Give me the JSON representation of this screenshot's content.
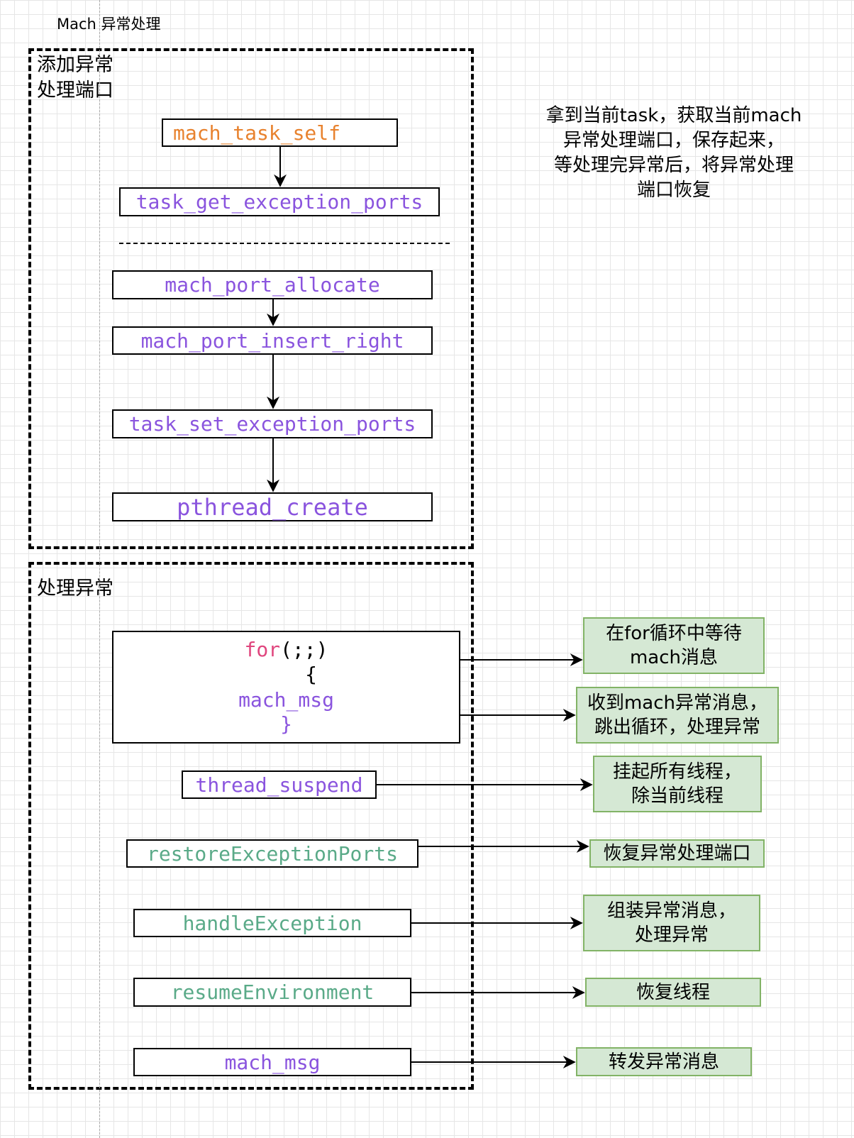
{
  "title": "Mach 异常处理",
  "groups": {
    "add": {
      "label_line1": "添加异常",
      "label_line2": "处理端口"
    },
    "handle": {
      "label": "处理异常"
    }
  },
  "note_text": "拿到当前task，获取当前mach\n异常处理端口，保存起来，\n等处理完异常后，将异常处理\n端口恢复",
  "add_steps": {
    "mach_task_self": "mach_task_self",
    "task_get_exception_ports": "task_get_exception_ports",
    "mach_port_allocate": "mach_port_allocate",
    "mach_port_insert_right": "mach_port_insert_right",
    "task_set_exception_ports": "task_set_exception_ports",
    "pthread_create": "pthread_create"
  },
  "loop": {
    "keyword": "for",
    "parens": "(;;)",
    "open_brace": "{",
    "call": "mach_msg",
    "close_brace": "}"
  },
  "handle_steps": {
    "thread_suspend": "thread_suspend",
    "restore": "restoreExceptionPorts",
    "handle": "handleException",
    "resume": "resumeEnvironment",
    "mach_msg": "mach_msg"
  },
  "descriptions": {
    "wait_line1": "在for循环中等待",
    "wait_line2": "mach消息",
    "recv_line1": "收到mach异常消息，",
    "recv_line2": "跳出循环，处理异常",
    "suspend_line1": "挂起所有线程，",
    "suspend_line2": "除当前线程",
    "restore": "恢复异常处理端口",
    "handle_line1": "组装异常消息，",
    "handle_line2": "处理异常",
    "resume": "恢复线程",
    "forward": "转发异常消息"
  },
  "colors": {
    "orange": "#e8822e",
    "purple": "#8a54de",
    "green": "#5aaa88",
    "pink": "#e0467e",
    "note_fill": "#d5e8d4",
    "note_border": "#82b366"
  }
}
